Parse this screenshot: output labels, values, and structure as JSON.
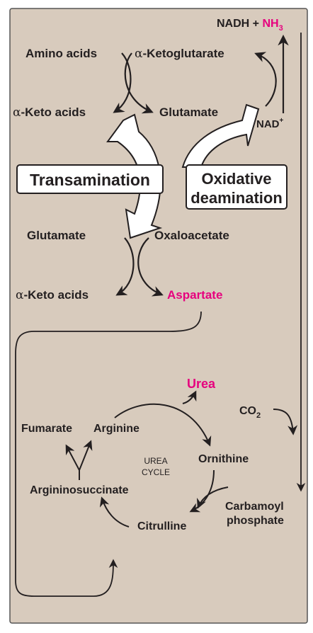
{
  "colors": {
    "background": "#d8cbbd",
    "frame": "#555555",
    "text": "#231f20",
    "highlight": "#e6007e"
  },
  "transamination": {
    "amino_acids": "Amino acids",
    "alpha_symbol": "α",
    "keto_acids_suffix": "-Keto acids",
    "ketoglutarate_suffix": "-Ketoglutarate",
    "glutamate": "Glutamate",
    "label": "Transamination"
  },
  "oxidative_deamination": {
    "nadh": "NADH + ",
    "nh": "NH",
    "nh_sub": "3",
    "nad": "NAD",
    "nad_sup": "+",
    "label_line1": "Oxidative",
    "label_line2": "deamination"
  },
  "aspartate_step": {
    "glutamate": "Glutamate",
    "oxaloacetate": "Oxaloacetate",
    "alpha_symbol": "α",
    "keto_acids_suffix": "-Keto acids",
    "aspartate": "Aspartate"
  },
  "urea_cycle": {
    "urea": "Urea",
    "co2": "CO",
    "co2_sub": "2",
    "fumarate": "Fumarate",
    "arginine": "Arginine",
    "ornithine": "Ornithine",
    "cycle_line1": "UREA",
    "cycle_line2": "CYCLE",
    "argininosuccinate": "Argininosuccinate",
    "carbamoyl_line1": "Carbamoyl",
    "carbamoyl_line2": "phosphate",
    "citrulline": "Citrulline"
  }
}
